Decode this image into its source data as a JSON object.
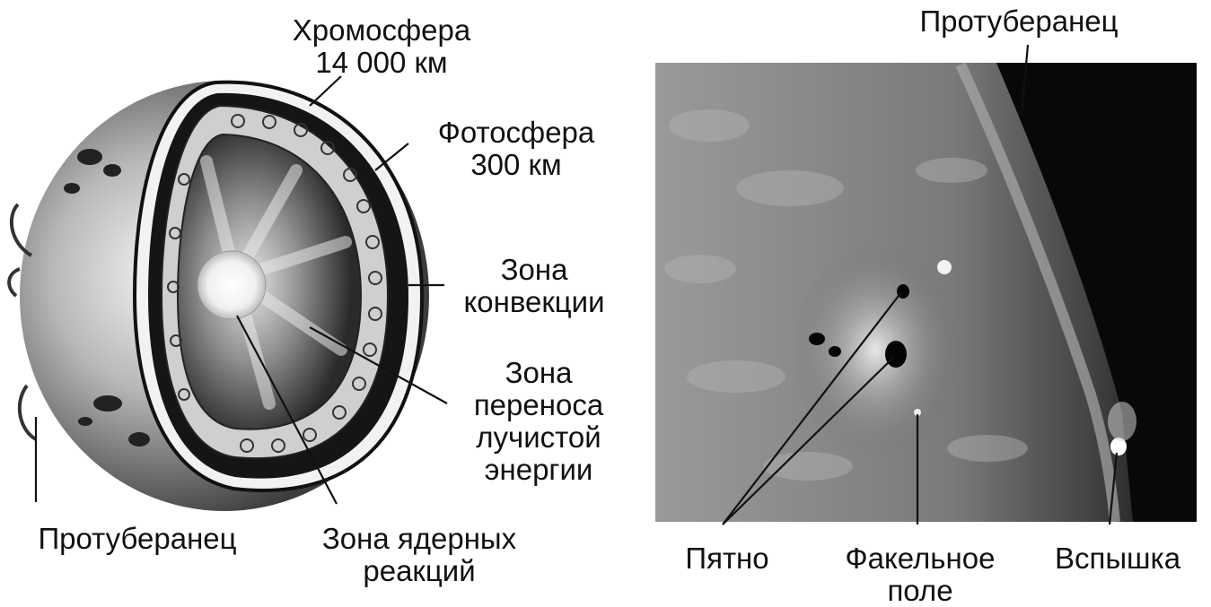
{
  "left_figure": {
    "labels": {
      "chromosphere": [
        "Хромосфера",
        "14 000 км"
      ],
      "photosphere": [
        "Фотосфера",
        "300 км"
      ],
      "convection_zone": [
        "Зона",
        "конвекции"
      ],
      "radiative_zone": [
        "Зона",
        "переноса",
        "лучистой",
        "энергии"
      ],
      "core": [
        "Зона ядерных",
        "реакций"
      ],
      "prominence": [
        "Протуберанец"
      ]
    }
  },
  "right_figure": {
    "labels": {
      "prominence": [
        "Протуберанец"
      ],
      "sunspot": [
        "Пятно"
      ],
      "facula": [
        "Факельное",
        "поле"
      ],
      "flare": [
        "Вспышка"
      ]
    }
  }
}
